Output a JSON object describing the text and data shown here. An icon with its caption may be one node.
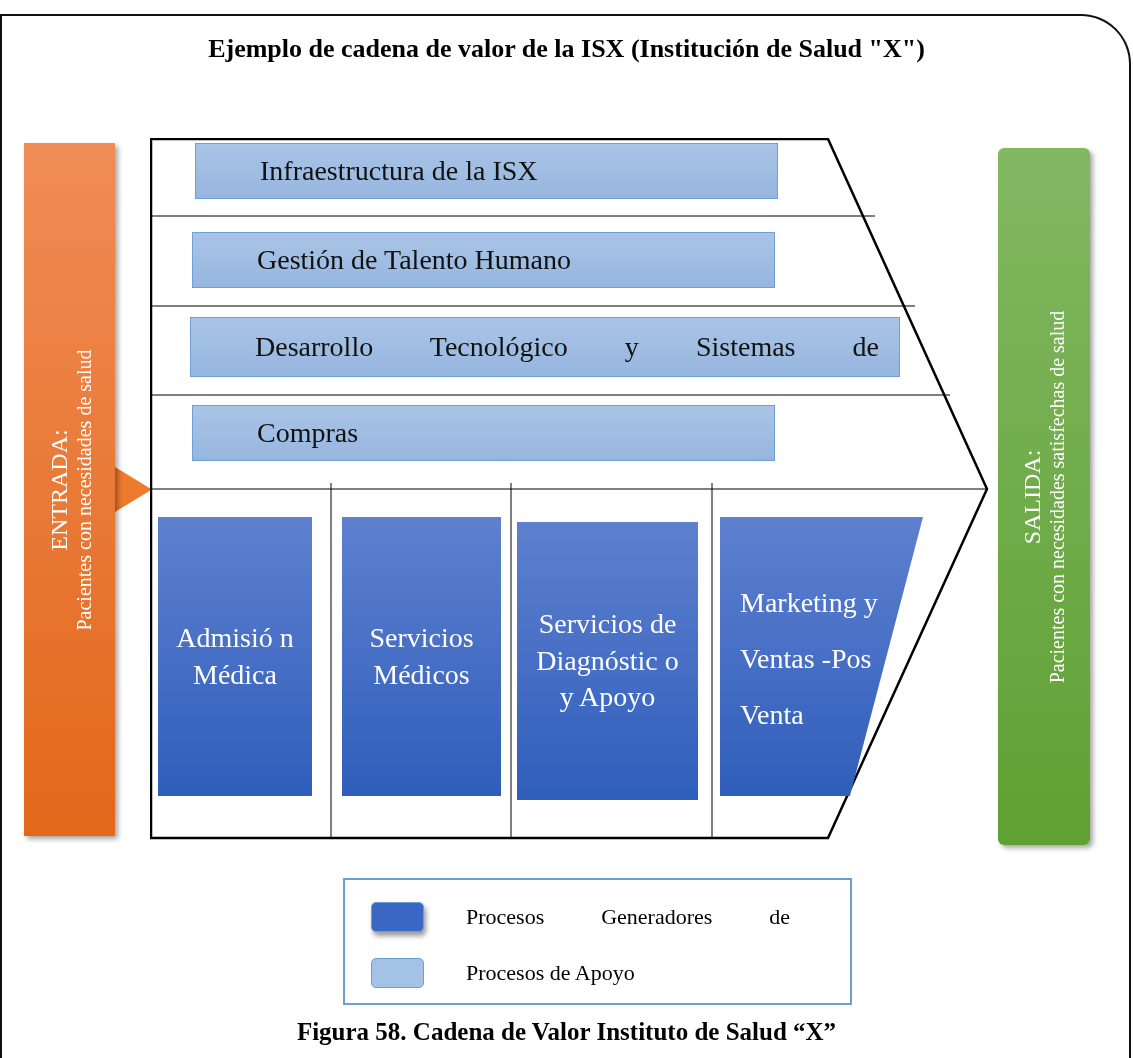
{
  "diagram": {
    "title": "Ejemplo de cadena de valor de la ISX (Institución de Salud \"X\")",
    "caption": "Figura 58. Cadena de Valor Instituto de Salud “X”",
    "nodes": [
      {
        "text": [
          "ENTRADA:",
          "Pacientes con necesidades de salud"
        ]
      },
      {
        "text": [],
        "shape": "chevron"
      },
      {
        "text": [
          "Infraestructura de la ISX"
        ],
        "in": 1
      },
      {
        "text": [
          "Gestión de Talento Humano"
        ],
        "in": 1
      },
      {
        "text": [
          "Desarrollo Tecnológico y Sistemas de"
        ],
        "in": 1
      },
      {
        "text": [
          "Compras"
        ],
        "in": 1
      },
      {
        "text": [
          "Admisió n Médica"
        ],
        "in": 1
      },
      {
        "text": [
          "Servicios Médicos"
        ],
        "in": 1
      },
      {
        "text": [
          "Servicios de Diagnóstic o y Apoyo"
        ],
        "in": 1
      },
      {
        "text": [
          "Marketing y Ventas -Pos Venta"
        ],
        "in": 1
      },
      {
        "text": [
          "SALIDA:",
          "Pacientes con necesidades satisfechas de salud"
        ]
      }
    ],
    "edges": [
      {
        "from": 0,
        "to": 1,
        "arrow": "to"
      }
    ],
    "legend": [
      {
        "text": "Procesos Generadores de",
        "color": "#3a66c4"
      },
      {
        "text": "Procesos de Apoyo",
        "color": "#a4c2e6"
      }
    ]
  }
}
